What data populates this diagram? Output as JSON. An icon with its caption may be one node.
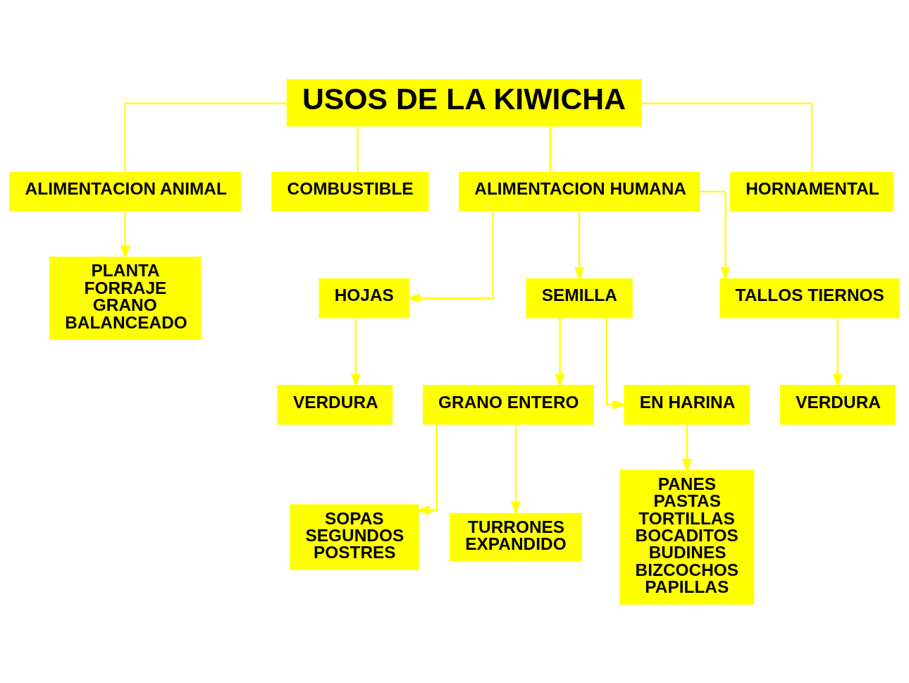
{
  "diagram": {
    "nodes": [
      {
        "text": [
          "USOS DE LA KIWICHA"
        ]
      },
      {
        "text": [
          "ALIMENTACION ANIMAL"
        ]
      },
      {
        "text": [
          "COMBUSTIBLE"
        ]
      },
      {
        "text": [
          "ALIMENTACION HUMANA"
        ]
      },
      {
        "text": [
          "HORNAMENTAL"
        ]
      },
      {
        "text": [
          "PLANTA",
          "FORRAJE",
          "GRANO",
          "BALANCEADO"
        ]
      },
      {
        "text": [
          "HOJAS"
        ]
      },
      {
        "text": [
          "SEMILLA"
        ]
      },
      {
        "text": [
          "TALLOS TIERNOS"
        ]
      },
      {
        "text": [
          "VERDURA"
        ]
      },
      {
        "text": [
          "VERDURA"
        ]
      },
      {
        "text": [
          "GRANO ENTERO"
        ]
      },
      {
        "text": [
          "EN HARINA"
        ]
      },
      {
        "text": [
          "SOPAS",
          "SEGUNDOS",
          "POSTRES"
        ]
      },
      {
        "text": [
          "TURRONES",
          "EXPANDIDO"
        ]
      },
      {
        "text": [
          "PANES",
          "PASTAS",
          "TORTILLAS",
          "BOCADITOS",
          "BUDINES",
          "BIZCOCHOS",
          "PAPILLAS"
        ]
      }
    ],
    "edges": [
      {
        "from": 0,
        "to": 1,
        "arrow": "none"
      },
      {
        "from": 0,
        "to": 2,
        "arrow": "none"
      },
      {
        "from": 0,
        "to": 3,
        "arrow": "none"
      },
      {
        "from": 0,
        "to": 4,
        "arrow": "none"
      },
      {
        "from": 1,
        "to": 5,
        "arrow": "to"
      },
      {
        "from": 3,
        "to": 6,
        "arrow": "to"
      },
      {
        "from": 3,
        "to": 7,
        "arrow": "to"
      },
      {
        "from": 3,
        "to": 8,
        "arrow": "to"
      },
      {
        "from": 6,
        "to": 9,
        "arrow": "to"
      },
      {
        "from": 8,
        "to": 10,
        "arrow": "to"
      },
      {
        "from": 7,
        "to": 11,
        "arrow": "to"
      },
      {
        "from": 7,
        "to": 12,
        "arrow": "to"
      },
      {
        "from": 11,
        "to": 13,
        "arrow": "to"
      },
      {
        "from": 11,
        "to": 14,
        "arrow": "to"
      },
      {
        "from": 12,
        "to": 15,
        "arrow": "to"
      }
    ]
  }
}
